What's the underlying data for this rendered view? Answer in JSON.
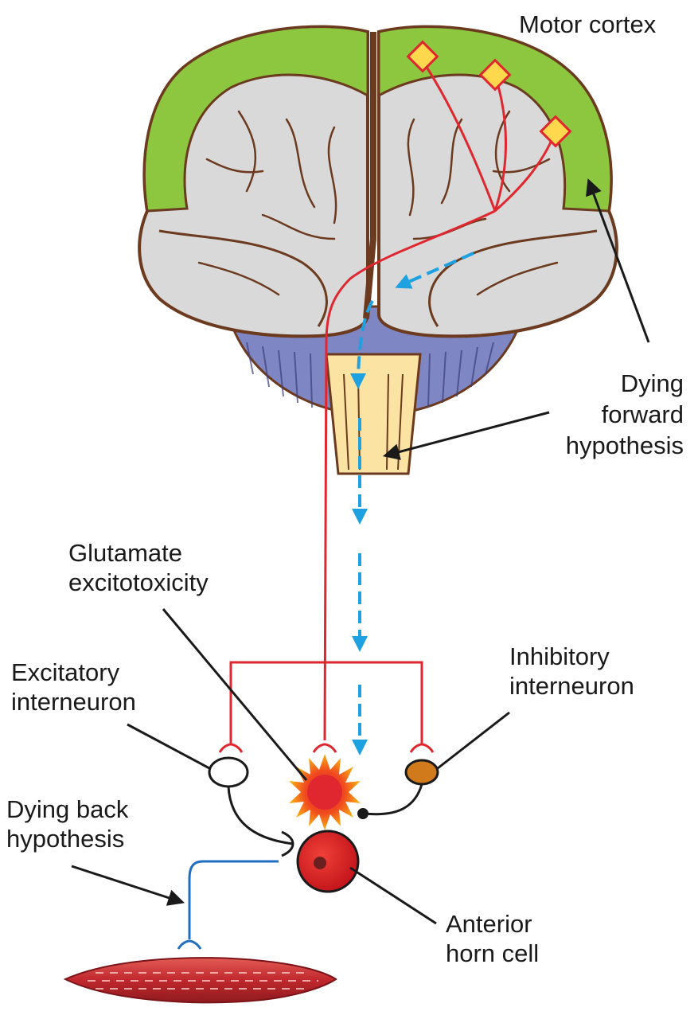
{
  "labels": {
    "motor_cortex": "Motor cortex",
    "dying_forward": [
      "Dying",
      "forward",
      "hypothesis"
    ],
    "glutamate": [
      "Glutamate",
      "excitotoxicity"
    ],
    "excitatory": [
      "Excitatory",
      "interneuron"
    ],
    "inhibitory": [
      "Inhibitory",
      "interneuron"
    ],
    "dying_back": [
      "Dying back",
      "hypothesis"
    ],
    "anterior_horn": [
      "Anterior",
      "horn cell"
    ]
  },
  "colors": {
    "motor_cortex": "#8dc63f",
    "brain_gray": "#d9d9d9",
    "brain_outline": "#6b3a1f",
    "cerebellum": "#7f86c4",
    "brainstem": "#fbe3a3",
    "upper_motor_neuron": "#e0262f",
    "lower_motor_neuron": "#1f6fc0",
    "degeneration_arrow": "#1da1e0",
    "inhibitory_cell": "#d07a1c",
    "anterior_horn_cell": "#e0262f",
    "muscle": "#c0282d"
  }
}
